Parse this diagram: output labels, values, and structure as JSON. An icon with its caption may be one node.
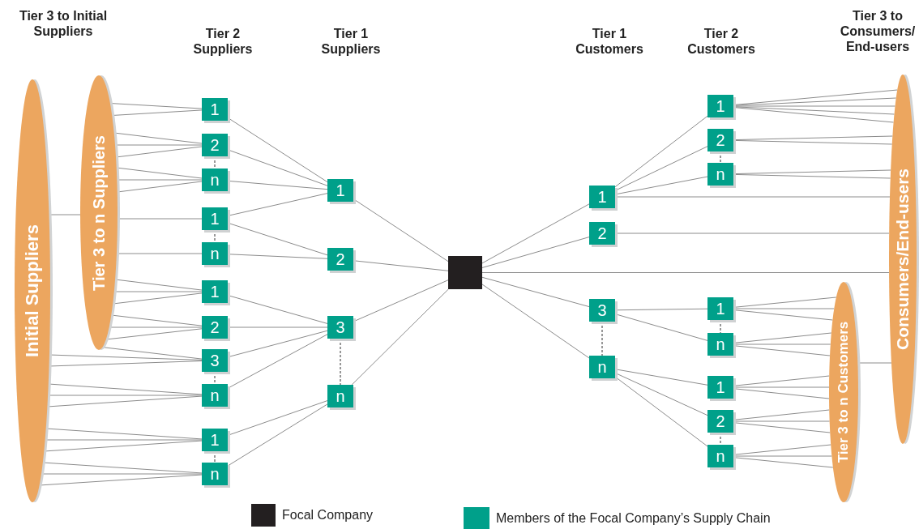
{
  "diagram": {
    "nodes": [
      {
        "text": [
          "Initial Suppliers"
        ]
      },
      {
        "text": [
          "Tier 3 to n Suppliers"
        ]
      },
      {
        "text": [
          "1"
        ]
      },
      {
        "text": [
          "2"
        ]
      },
      {
        "text": [
          "n"
        ]
      },
      {
        "text": [
          "1"
        ]
      },
      {
        "text": [
          "n"
        ]
      },
      {
        "text": [
          "1"
        ]
      },
      {
        "text": [
          "2"
        ]
      },
      {
        "text": [
          "3"
        ]
      },
      {
        "text": [
          "n"
        ]
      },
      {
        "text": [
          "1"
        ]
      },
      {
        "text": [
          "n"
        ]
      },
      {
        "text": [
          "1"
        ]
      },
      {
        "text": [
          "2"
        ]
      },
      {
        "text": [
          "3"
        ]
      },
      {
        "text": [
          "n"
        ]
      },
      {
        "text": [],
        "shape": "box"
      },
      {
        "text": [
          "1"
        ]
      },
      {
        "text": [
          "2"
        ]
      },
      {
        "text": [
          "3"
        ]
      },
      {
        "text": [
          "n"
        ]
      },
      {
        "text": [
          "1"
        ]
      },
      {
        "text": [
          "2"
        ]
      },
      {
        "text": [
          "n"
        ]
      },
      {
        "text": [
          "1"
        ]
      },
      {
        "text": [
          "n"
        ]
      },
      {
        "text": [
          "1"
        ]
      },
      {
        "text": [
          "2"
        ]
      },
      {
        "text": [
          "n"
        ]
      },
      {
        "text": [
          "Tier 3 to n Customers"
        ]
      },
      {
        "text": [
          "Consumers/End-users"
        ]
      }
    ],
    "edges": [
      {
        "from": 0,
        "to": 1,
        "arrow": "none"
      },
      {
        "from": 1,
        "to": 2,
        "arrow": "none"
      },
      {
        "from": 1,
        "to": 2,
        "arrow": "none"
      },
      {
        "from": 1,
        "to": 3,
        "arrow": "none"
      },
      {
        "from": 1,
        "to": 3,
        "arrow": "none"
      },
      {
        "from": 1,
        "to": 3,
        "arrow": "none"
      },
      {
        "from": 1,
        "to": 4,
        "arrow": "none"
      },
      {
        "from": 1,
        "to": 4,
        "arrow": "none"
      },
      {
        "from": 1,
        "to": 4,
        "arrow": "none"
      },
      {
        "from": 1,
        "to": 5,
        "arrow": "none"
      },
      {
        "from": 1,
        "to": 6,
        "arrow": "none"
      },
      {
        "from": 1,
        "to": 7,
        "arrow": "none"
      },
      {
        "from": 1,
        "to": 7,
        "arrow": "none"
      },
      {
        "from": 1,
        "to": 7,
        "arrow": "none"
      },
      {
        "from": 1,
        "to": 8,
        "arrow": "none"
      },
      {
        "from": 1,
        "to": 8,
        "arrow": "none"
      },
      {
        "from": 1,
        "to": 8,
        "arrow": "none"
      },
      {
        "from": 1,
        "to": 9,
        "arrow": "none"
      },
      {
        "from": 0,
        "to": 9,
        "arrow": "none"
      },
      {
        "from": 0,
        "to": 9,
        "arrow": "none"
      },
      {
        "from": 0,
        "to": 10,
        "arrow": "none"
      },
      {
        "from": 0,
        "to": 10,
        "arrow": "none"
      },
      {
        "from": 0,
        "to": 10,
        "arrow": "none"
      },
      {
        "from": 0,
        "to": 11,
        "arrow": "none"
      },
      {
        "from": 0,
        "to": 11,
        "arrow": "none"
      },
      {
        "from": 0,
        "to": 11,
        "arrow": "none"
      },
      {
        "from": 0,
        "to": 12,
        "arrow": "none"
      },
      {
        "from": 0,
        "to": 12,
        "arrow": "none"
      },
      {
        "from": 0,
        "to": 12,
        "arrow": "none"
      },
      {
        "from": 3,
        "to": 4,
        "arrow": "none",
        "style": "dashed",
        "color": "#333333"
      },
      {
        "from": 5,
        "to": 6,
        "arrow": "none",
        "style": "dashed",
        "color": "#333333"
      },
      {
        "from": 9,
        "to": 10,
        "arrow": "none",
        "style": "dashed",
        "color": "#333333"
      },
      {
        "from": 11,
        "to": 12,
        "arrow": "none",
        "style": "dashed",
        "color": "#333333"
      },
      {
        "from": 2,
        "to": 13,
        "arrow": "none"
      },
      {
        "from": 3,
        "to": 13,
        "arrow": "none"
      },
      {
        "from": 4,
        "to": 13,
        "arrow": "none"
      },
      {
        "from": 5,
        "to": 13,
        "arrow": "none"
      },
      {
        "from": 5,
        "to": 14,
        "arrow": "none"
      },
      {
        "from": 6,
        "to": 14,
        "arrow": "none"
      },
      {
        "from": 7,
        "to": 15,
        "arrow": "none"
      },
      {
        "from": 8,
        "to": 15,
        "arrow": "none"
      },
      {
        "from": 9,
        "to": 15,
        "arrow": "none"
      },
      {
        "from": 10,
        "to": 15,
        "arrow": "none"
      },
      {
        "from": 11,
        "to": 16,
        "arrow": "none"
      },
      {
        "from": 12,
        "to": 16,
        "arrow": "none"
      },
      {
        "from": 15,
        "to": 16,
        "arrow": "none",
        "style": "dashed",
        "color": "#333333"
      },
      {
        "from": 13,
        "to": 17,
        "arrow": "none"
      },
      {
        "from": 14,
        "to": 17,
        "arrow": "none"
      },
      {
        "from": 15,
        "to": 17,
        "arrow": "none"
      },
      {
        "from": 16,
        "to": 17,
        "arrow": "none"
      },
      {
        "from": 17,
        "to": 18,
        "arrow": "none"
      },
      {
        "from": 17,
        "to": 19,
        "arrow": "none"
      },
      {
        "from": 17,
        "to": 31,
        "arrow": "none"
      },
      {
        "from": 17,
        "to": 20,
        "arrow": "none"
      },
      {
        "from": 17,
        "to": 21,
        "arrow": "none"
      },
      {
        "from": 20,
        "to": 21,
        "arrow": "none",
        "style": "dashed",
        "color": "#333333"
      },
      {
        "from": 18,
        "to": 22,
        "arrow": "none"
      },
      {
        "from": 18,
        "to": 23,
        "arrow": "none"
      },
      {
        "from": 18,
        "to": 24,
        "arrow": "none"
      },
      {
        "from": 18,
        "to": 31,
        "arrow": "none"
      },
      {
        "from": 19,
        "to": 31,
        "arrow": "none"
      },
      {
        "from": 22,
        "to": 31,
        "arrow": "none"
      },
      {
        "from": 22,
        "to": 31,
        "arrow": "none"
      },
      {
        "from": 22,
        "to": 31,
        "arrow": "none"
      },
      {
        "from": 22,
        "to": 31,
        "arrow": "none"
      },
      {
        "from": 22,
        "to": 31,
        "arrow": "none"
      },
      {
        "from": 23,
        "to": 31,
        "arrow": "none"
      },
      {
        "from": 23,
        "to": 31,
        "arrow": "none"
      },
      {
        "from": 24,
        "to": 31,
        "arrow": "none"
      },
      {
        "from": 24,
        "to": 31,
        "arrow": "none"
      },
      {
        "from": 23,
        "to": 24,
        "arrow": "none",
        "style": "dashed",
        "color": "#333333"
      },
      {
        "from": 20,
        "to": 25,
        "arrow": "none"
      },
      {
        "from": 20,
        "to": 26,
        "arrow": "none"
      },
      {
        "from": 21,
        "to": 27,
        "arrow": "none"
      },
      {
        "from": 21,
        "to": 28,
        "arrow": "none"
      },
      {
        "from": 21,
        "to": 29,
        "arrow": "none"
      },
      {
        "from": 25,
        "to": 26,
        "arrow": "none",
        "style": "dashed",
        "color": "#333333"
      },
      {
        "from": 28,
        "to": 29,
        "arrow": "none",
        "style": "dashed",
        "color": "#333333"
      },
      {
        "from": 25,
        "to": 30,
        "arrow": "none"
      },
      {
        "from": 25,
        "to": 30,
        "arrow": "none"
      },
      {
        "from": 25,
        "to": 30,
        "arrow": "none"
      },
      {
        "from": 26,
        "to": 30,
        "arrow": "none"
      },
      {
        "from": 26,
        "to": 30,
        "arrow": "none"
      },
      {
        "from": 26,
        "to": 30,
        "arrow": "none"
      },
      {
        "from": 27,
        "to": 30,
        "arrow": "none"
      },
      {
        "from": 27,
        "to": 30,
        "arrow": "none"
      },
      {
        "from": 27,
        "to": 30,
        "arrow": "none"
      },
      {
        "from": 28,
        "to": 30,
        "arrow": "none"
      },
      {
        "from": 28,
        "to": 30,
        "arrow": "none"
      },
      {
        "from": 28,
        "to": 30,
        "arrow": "none"
      },
      {
        "from": 29,
        "to": 30,
        "arrow": "none"
      },
      {
        "from": 29,
        "to": 30,
        "arrow": "none"
      },
      {
        "from": 29,
        "to": 30,
        "arrow": "none"
      },
      {
        "from": 30,
        "to": 31,
        "arrow": "none"
      }
    ],
    "labels": [
      "Tier 3 to Initial Suppliers",
      "Tier 2 Suppliers",
      "Tier 1 Suppliers",
      "Tier 1 Customers",
      "Tier 2 Customers",
      "Tier 3 to Consumers/ End-users"
    ],
    "legend": [
      {
        "text": "Focal Company",
        "color": "#231f20"
      },
      {
        "text": "Members of the Focal Company’s Supply Chain",
        "color": "#00a08a"
      }
    ]
  }
}
